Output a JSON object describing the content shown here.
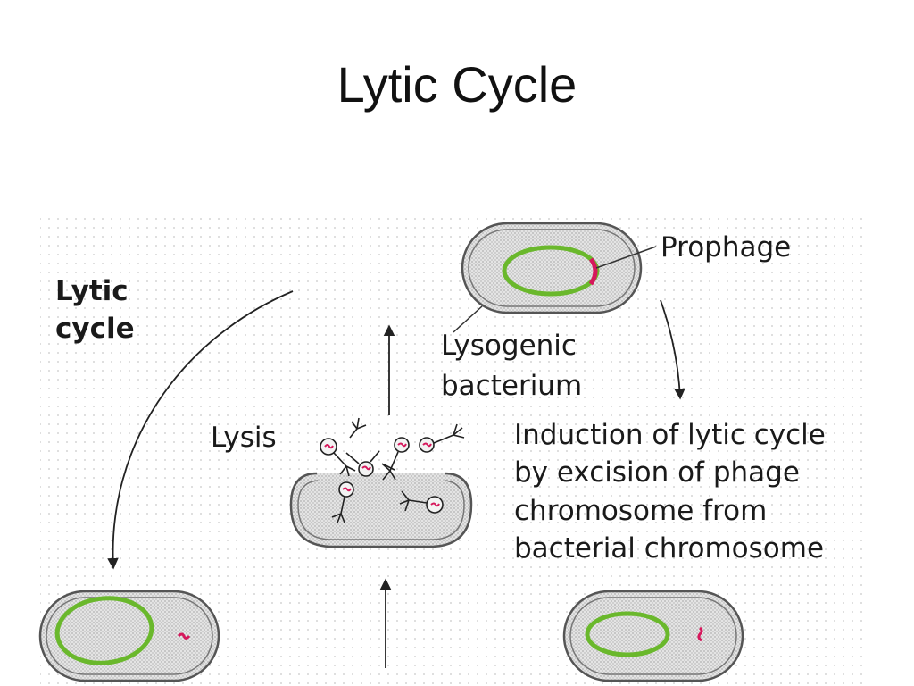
{
  "title": "Lytic Cycle",
  "labels": {
    "lytic_cycle": [
      "Lytic",
      "cycle"
    ],
    "prophage": "Prophage",
    "lysogenic_bacterium": [
      "Lysogenic",
      "bacterium"
    ],
    "lysis": "Lysis",
    "induction": [
      "Induction of lytic cycle",
      "by excision of phage",
      "chromosome from",
      "bacterial chromosome"
    ]
  },
  "colors": {
    "bacterial_chromosome": "#6ab82c",
    "phage_dna": "#d6185c",
    "cell_fill": "#dcdcdc",
    "cell_outline": "#555555",
    "grid_dot": "#cccccc"
  }
}
